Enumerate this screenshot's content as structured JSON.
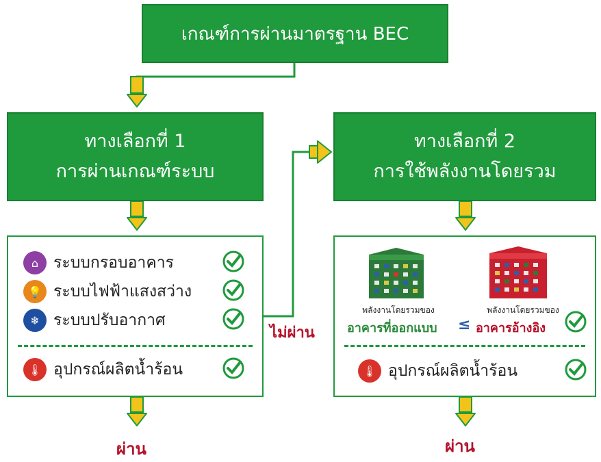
{
  "header": {
    "title": "เกณฑ์การผ่านมาตรฐาน BEC"
  },
  "option1": {
    "line1": "ทางเลือกที่ 1",
    "line2": "การผ่านเกณฑ์ระบบ",
    "items": [
      {
        "label": "ระบบกรอบอาคาร",
        "icon": "building-envelope-icon",
        "color": "#8e3fa3"
      },
      {
        "label": "ระบบไฟฟ้าแสงสว่าง",
        "icon": "lightbulb-icon",
        "color": "#e8871c"
      },
      {
        "label": "ระบบปรับอากาศ",
        "icon": "snowflake-icon",
        "color": "#1e4fa0"
      }
    ],
    "water_heater": {
      "label": "อุปกรณ์ผลิตน้ำร้อน",
      "icon": "thermometer-icon",
      "color": "#d9322a"
    },
    "result": "ผ่าน"
  },
  "fail_label": "ไม่ผ่าน",
  "option2": {
    "line1": "ทางเลือกที่ 2",
    "line2": "การใช้พลังงานโดยรวม",
    "design": {
      "caption": "พลังงานโดยรวมของ",
      "name": "อาคารที่ออกแบบ"
    },
    "compare_symbol": "≤",
    "reference": {
      "caption": "พลังงานโดยรวมของ",
      "name": "อาคารอ้างอิง"
    },
    "water_heater": {
      "label": "อุปกรณ์ผลิตน้ำร้อน",
      "icon": "thermometer-icon",
      "color": "#d9322a"
    },
    "result": "ผ่าน"
  },
  "colors": {
    "green": "#1f9a3c",
    "arrow": "#f2c31b",
    "red": "#b5122a"
  }
}
